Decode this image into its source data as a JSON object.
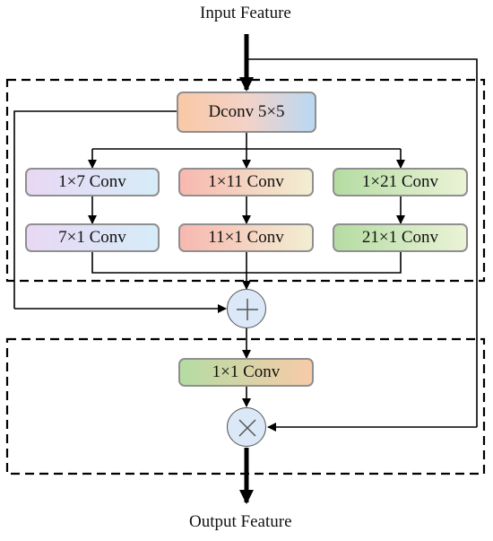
{
  "input_label": "Input Feature",
  "output_label": "Output Feature",
  "dconv": {
    "label": "Dconv 5×5"
  },
  "branches": [
    {
      "first": "1×7 Conv",
      "second": "7×1 Conv"
    },
    {
      "first": "1×11 Conv",
      "second": "11×1 Conv"
    },
    {
      "first": "1×21 Conv",
      "second": "21×1 Conv"
    }
  ],
  "pointwise": {
    "label": "1×1 Conv"
  },
  "add_op": {
    "symbol": "add"
  },
  "mul_op": {
    "symbol": "multiply"
  },
  "colors": {
    "dconv": [
      "#f9c9a6",
      "#f3d2c8",
      "#b9d8f2"
    ],
    "branch_1": [
      "#e8d8f4",
      "#d6ecf8"
    ],
    "branch_2": [
      "#f7b8b0",
      "#f2eed2"
    ],
    "branch_3": [
      "#b5dca3",
      "#eaf3d6"
    ],
    "pointwise": [
      "#b5dca3",
      "#f7cba8"
    ],
    "operator_fill": "#dbe8f7"
  }
}
